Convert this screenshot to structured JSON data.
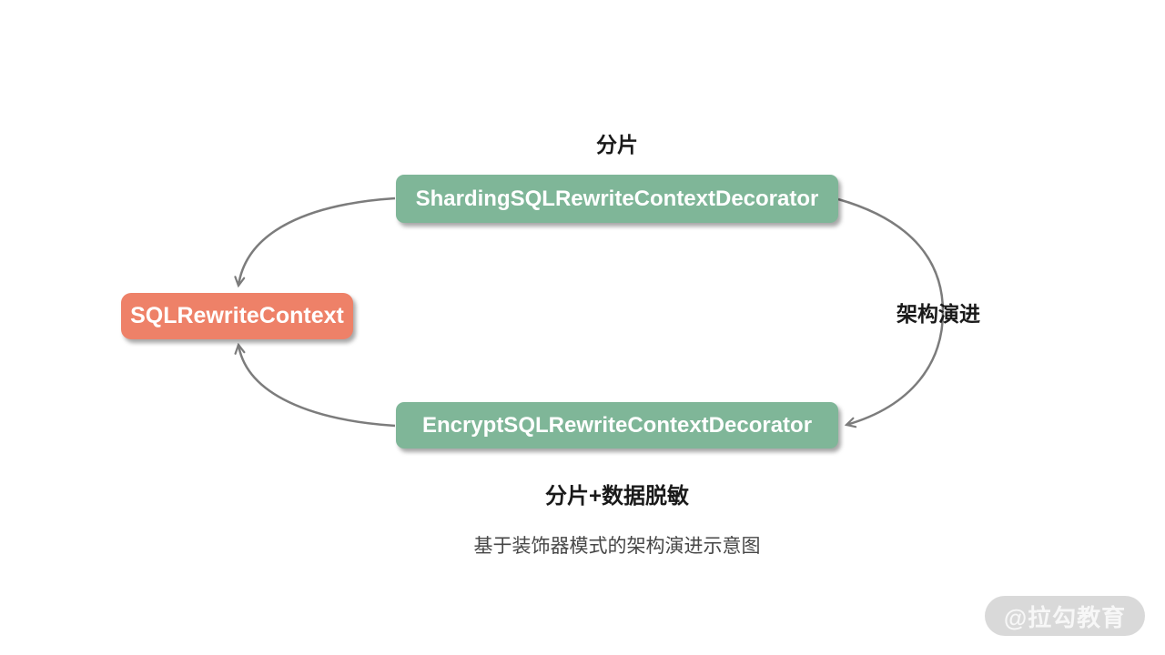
{
  "colors": {
    "green": "#7fb698",
    "orange": "#ee8168",
    "line": "#7c7c7c",
    "label": "#1a1a1a",
    "caption": "#464646",
    "watermark-bg": "#d9d9d9",
    "watermark-text": "#f7f7f7"
  },
  "diagram": {
    "top_label": "分片",
    "right_label": "架构演进",
    "bottom_label": "分片+数据脱敏",
    "caption": "基于装饰器模式的架构演进示意图",
    "nodes": {
      "sharding": "ShardingSQLRewriteContextDecorator",
      "context": "SQLRewriteContext",
      "encrypt": "EncryptSQLRewriteContextDecorator"
    },
    "edges": [
      {
        "from": "ShardingSQLRewriteContextDecorator",
        "to": "SQLRewriteContext",
        "label": ""
      },
      {
        "from": "EncryptSQLRewriteContextDecorator",
        "to": "SQLRewriteContext",
        "label": ""
      },
      {
        "from": "ShardingSQLRewriteContextDecorator",
        "to": "EncryptSQLRewriteContextDecorator",
        "label": "架构演进"
      }
    ]
  },
  "watermark": "@拉勾教育"
}
